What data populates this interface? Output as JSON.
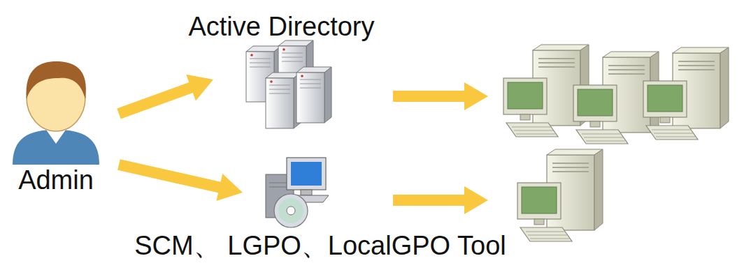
{
  "diagram": {
    "nodes": [
      {
        "text": [
          "Admin"
        ]
      },
      {
        "text": [
          "Active Directory"
        ]
      },
      {
        "text": [
          "SCM、 LGPO、LocalGPO Tool"
        ]
      }
    ],
    "edges": [
      {
        "from": 0,
        "to": 1,
        "arrow": "to"
      },
      {
        "from": 0,
        "to": 2,
        "arrow": "to"
      }
    ]
  }
}
